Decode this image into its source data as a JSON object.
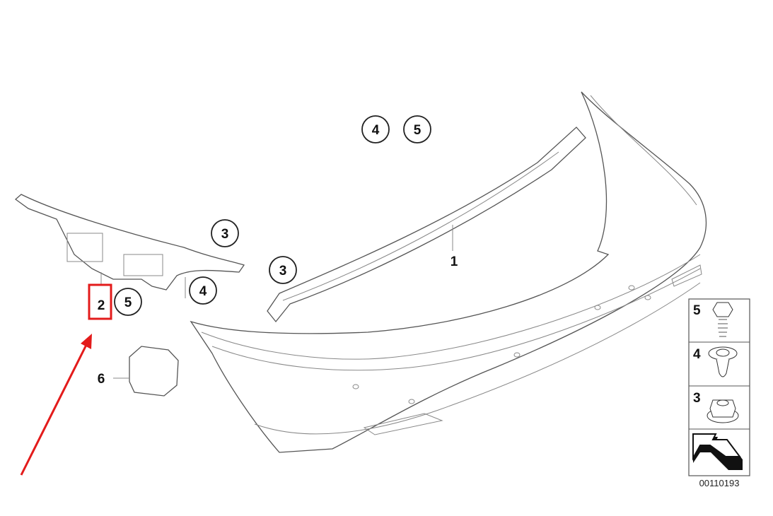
{
  "diagram": {
    "callouts": [
      {
        "id": "callout-4-top",
        "text": "4",
        "circled": true
      },
      {
        "id": "callout-5-top",
        "text": "5",
        "circled": true
      },
      {
        "id": "callout-3-left",
        "text": "3",
        "circled": true
      },
      {
        "id": "callout-3-rail",
        "text": "3",
        "circled": true
      },
      {
        "id": "callout-4-left",
        "text": "4",
        "circled": true
      },
      {
        "id": "callout-5-left",
        "text": "5",
        "circled": true
      },
      {
        "id": "callout-1",
        "text": "1",
        "circled": false
      },
      {
        "id": "callout-2",
        "text": "2",
        "circled": false,
        "highlighted": true
      },
      {
        "id": "callout-6",
        "text": "6",
        "circled": false
      }
    ],
    "legend": [
      {
        "text": "5",
        "icon": "flange-bolt-icon"
      },
      {
        "text": "4",
        "icon": "expanding-rivet-icon"
      },
      {
        "text": "3",
        "icon": "flange-nut-icon"
      },
      {
        "text": "",
        "icon": "forward-arrow-icon"
      }
    ],
    "diagram_code": "00110193",
    "highlight_color": "#e31b1b"
  }
}
